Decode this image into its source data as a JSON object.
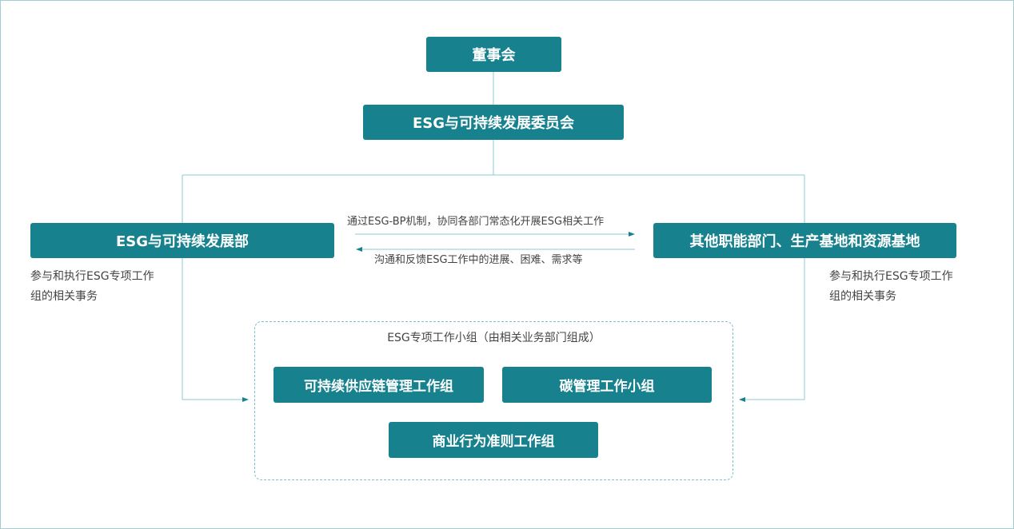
{
  "diagram": {
    "board": "董事会",
    "committee": "ESG与可持续发展委员会",
    "esg_dept": {
      "label": "ESG与可持续发展部",
      "desc": "参与和执行ESG专项工作组的相关事务"
    },
    "other_depts": {
      "label": "其他职能部门、生产基地和资源基地",
      "desc": "参与和执行ESG专项工作组的相关事务"
    },
    "flow_right": "通过ESG-BP机制，协同各部门常态化开展ESG相关工作",
    "flow_left": "沟通和反馈ESG工作中的进展、困难、需求等",
    "working_group": {
      "title": "ESG专项工作小组（由相关业务部门组成）",
      "groups": [
        "可持续供应链管理工作组",
        "碳管理工作小组",
        "商业行为准则工作组"
      ]
    }
  },
  "colors": {
    "box_fill": "#17828e",
    "line": "#8ecbd0",
    "arrow": "#17828e",
    "dashed_border": "#7cc1c7"
  }
}
